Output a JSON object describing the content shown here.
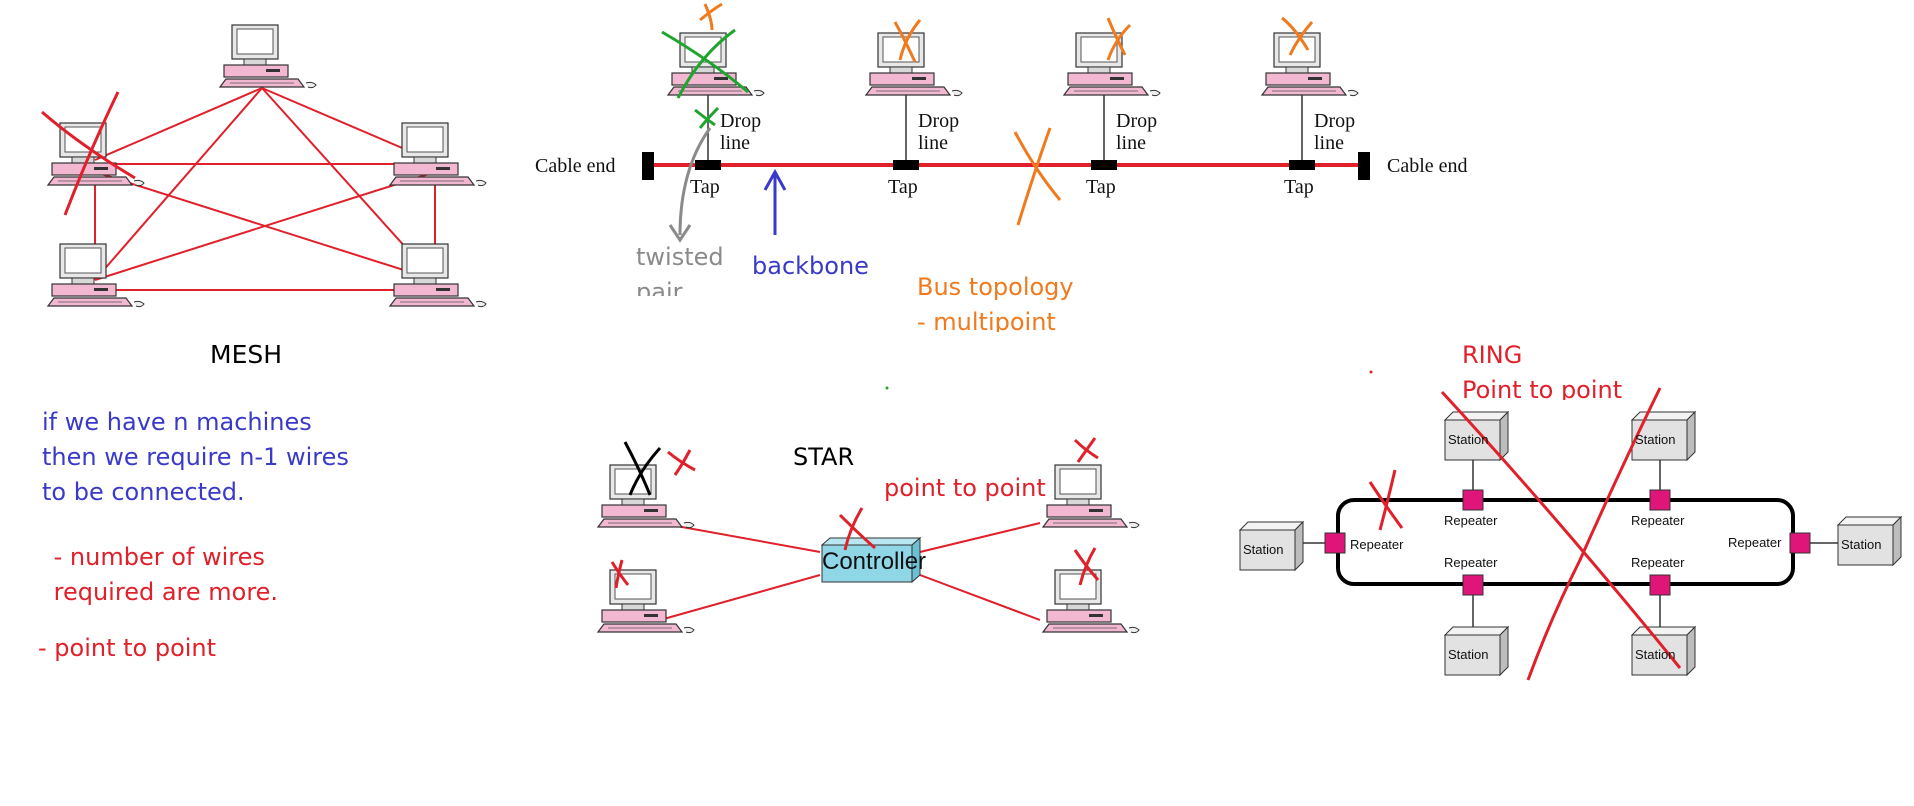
{
  "mesh": {
    "label": "MESH",
    "note": "if we have n machines\nthen we require n-1 wires\nto be connected.",
    "red_note": " - number of wires\n required are more.",
    "p2p": "- point to point"
  },
  "bus": {
    "cable_end_left": "Cable end",
    "cable_end_right": "Cable end",
    "drop_line": "Drop\nline",
    "tap": "Tap",
    "twisted_pair": "twisted\npair",
    "backbone": "backbone",
    "topology_note": "Bus topology\n- multipoint"
  },
  "star": {
    "label": "STAR",
    "p2p": "point to point",
    "controller": "Controller"
  },
  "ring": {
    "note": "RING\nPoint to point",
    "station": "Station",
    "repeater": "Repeater"
  },
  "colors": {
    "link": "#e0202a",
    "annotation_blue": "#3a3ac8",
    "annotation_orange": "#f07a1e",
    "annotation_green": "#1fa52e",
    "tap": "#000000",
    "repeater": "#e0157a",
    "controller": "#8fd6e6",
    "pc_pink": "#f2b8d2"
  }
}
